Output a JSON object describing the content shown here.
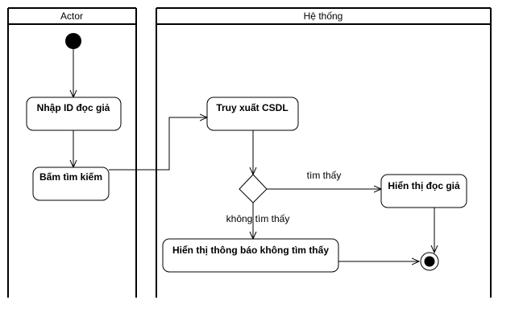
{
  "lanes": {
    "actor": "Actor",
    "system": "Hệ thống"
  },
  "nodes": {
    "enter_id": "Nhập ID đọc giả",
    "click_search": "Bấm tìm kiếm",
    "query_db": "Truy xuất CSDL",
    "show_reader": "Hiển thị đọc giả",
    "show_not_found": "Hiển thị thông báo không tìm thấy"
  },
  "edges": {
    "found": "tìm thấy",
    "not_found": "không tìm thấy"
  },
  "colors": {
    "line": "#000000",
    "node_fill": "#ffffff"
  }
}
